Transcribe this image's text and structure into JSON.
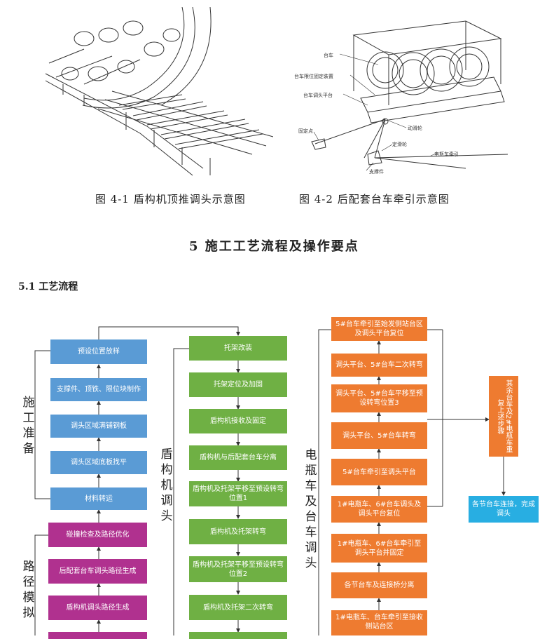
{
  "figures": {
    "fig41_caption": "图 4-1 盾构机顶推调头示意图",
    "fig42_caption": "图 4-2 后配套台车牵引示意图",
    "fig42_labels": {
      "trolley": "台车",
      "limit_device": "台车限位固定装置",
      "turn_platform": "台车调头平台",
      "fixed_point": "固定点",
      "moving_pulley": "动滑轮",
      "fixed_pulley": "定滑轮",
      "battery_traction": "电瓶车牵引",
      "support": "支撑件"
    }
  },
  "section": {
    "title": "5  施工工艺流程及操作要点",
    "subtitle": "5.1 工艺流程"
  },
  "flowchart": {
    "group_labels": {
      "prep": "施工准备",
      "path": "路径模拟",
      "shield": "盾构机调头",
      "battery": "电瓶车及台车调头"
    },
    "col1_prep": [
      "预设位置放样",
      "支撑件、顶铁、限位块制作",
      "调头区域满铺钢板",
      "调头区域底板找平",
      "材料转运"
    ],
    "col1_path": [
      "碰撞检查及路径优化",
      "后配套台车调头路径生成",
      "盾构机调头路径生成"
    ],
    "col2": [
      "托架改装",
      "托架定位及加固",
      "盾构机接收及固定",
      "盾构机与后配套台车分离",
      "盾构机及托架平移至预设转弯位置1",
      "盾构机及托架转弯",
      "盾构机及托架平移至预设转弯位置2",
      "盾构机及托架二次转弯"
    ],
    "col3": [
      "5#台车牵引至始发侧站台区及调头平台复位",
      "调头平台、5#台车二次转弯",
      "调头平台、5#台车平移至预设转弯位置3",
      "调头平台、5#台车转弯",
      "5#台车牵引至调头平台",
      "1#电瓶车、6#台车调头及调头平台复位",
      "1#电瓶车、6#台车牵引至调头平台并固定",
      "各节台车及连接桥分离",
      "1#电瓶车、台车牵引至接收侧站台区"
    ],
    "col4_repeat": "其余台车及2#电瓶车重复上述步骤",
    "col4_final": "各节台车连接，完成调头"
  }
}
